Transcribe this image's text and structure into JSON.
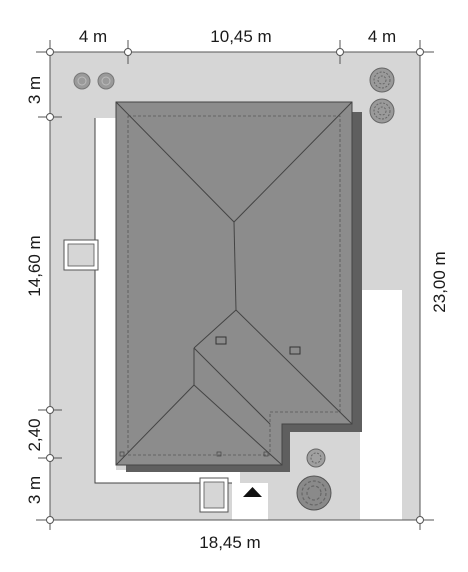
{
  "dimensions": {
    "top_left": "4 m",
    "top_middle": "10,45 m",
    "top_right": "4 m",
    "left_top": "3 m",
    "left_middle": "14,60 m",
    "left_lower": "2,40",
    "left_bottom": "3 m",
    "right": "23,00 m",
    "bottom": "18,45 m"
  },
  "colors": {
    "plot": "#d6d6d6",
    "roof": "#8c8c8c",
    "roof_shadow": "#5f5f5f",
    "paving": "#ffffff",
    "line": "#444444"
  },
  "icons": {
    "entrance": "entrance-arrow-icon",
    "trees": [
      "tree-icon",
      "deciduous-tree-icon",
      "conifer-icon"
    ]
  }
}
